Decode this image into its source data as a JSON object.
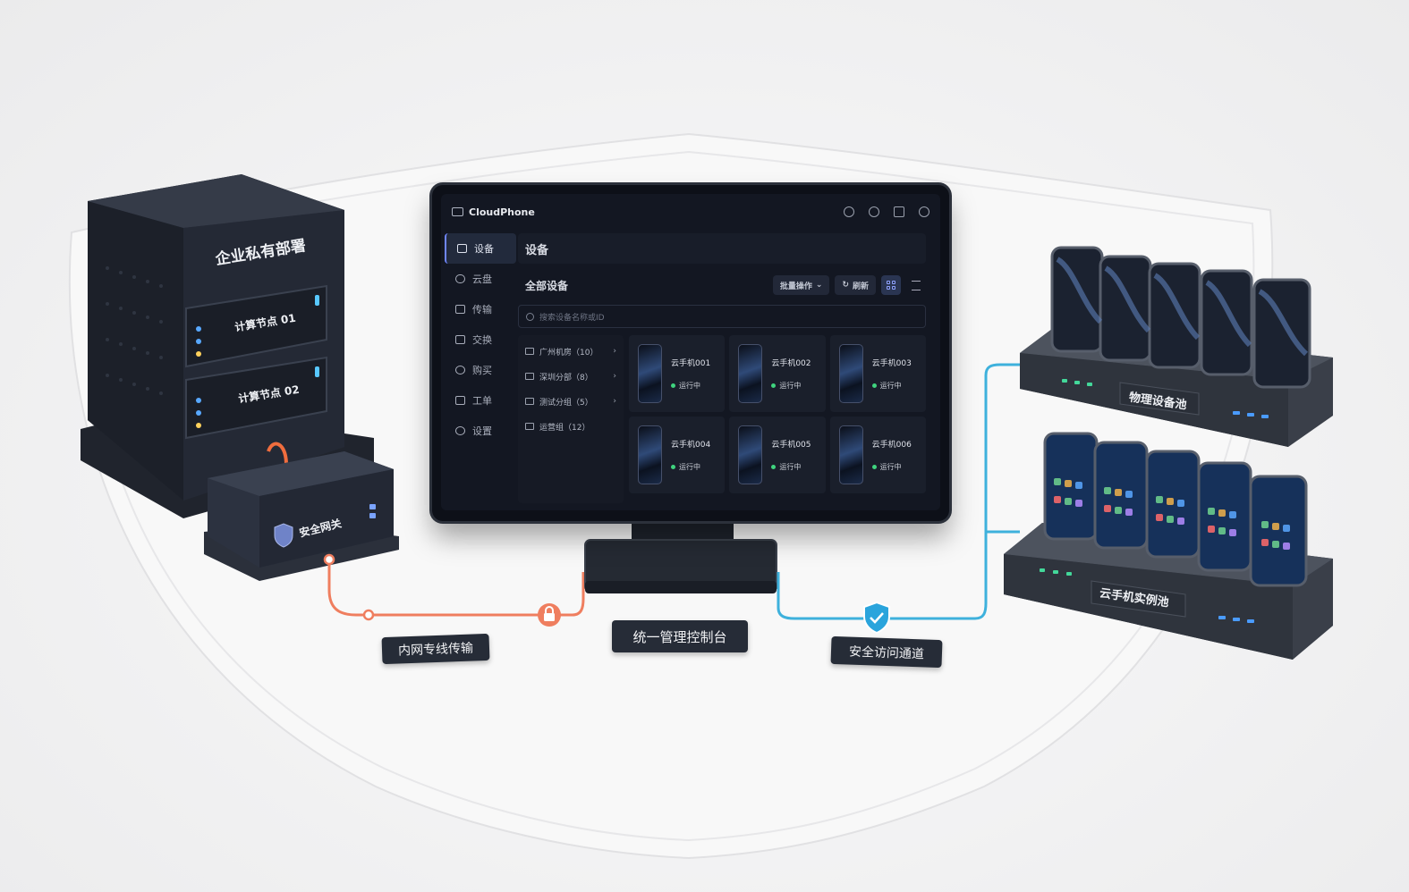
{
  "diagram": {
    "enterprise_title": "企业私有部署",
    "node1": "计算节点 01",
    "node2": "计算节点 02",
    "gateway": "安全网关",
    "link_left": "内网专线传输",
    "console_label": "统一管理控制台",
    "link_right": "安全访问通道",
    "pool_physical": "物理设备池",
    "pool_cloud": "云手机实例池",
    "colors": {
      "left_link": "#ef7e5f",
      "right_link": "#3eb1dc",
      "shield_badge": "#2aa4dc"
    }
  },
  "app": {
    "title": "CloudPhone",
    "nav": [
      {
        "label": "设备",
        "icon": "monitor-icon",
        "active": true
      },
      {
        "label": "云盘",
        "icon": "cloud-icon"
      },
      {
        "label": "传输",
        "icon": "transfer-icon"
      },
      {
        "label": "交换",
        "icon": "cart-icon"
      },
      {
        "label": "购买",
        "icon": "shop-icon"
      },
      {
        "label": "工单",
        "icon": "ticket-icon"
      },
      {
        "label": "设置",
        "icon": "gear-icon"
      }
    ],
    "page_title": "设备",
    "section_title": "全部设备",
    "batch_label": "批量操作",
    "refresh_label": "刷新",
    "search_placeholder": "搜索设备名称或ID",
    "groups": [
      {
        "label": "广州机房（10）",
        "expandable": true
      },
      {
        "label": "深圳分部（8）",
        "expandable": true
      },
      {
        "label": "测试分组（5）",
        "expandable": true
      },
      {
        "label": "运营组（12）",
        "expandable": false
      }
    ],
    "devices": [
      {
        "name": "云手机001",
        "status": "运行中"
      },
      {
        "name": "云手机002",
        "status": "运行中"
      },
      {
        "name": "云手机003",
        "status": "运行中"
      },
      {
        "name": "云手机004",
        "status": "运行中"
      },
      {
        "name": "云手机005",
        "status": "运行中"
      },
      {
        "name": "云手机006",
        "status": "运行中"
      }
    ],
    "status_color": "#3fd37e",
    "accent": "#6f86ff"
  }
}
